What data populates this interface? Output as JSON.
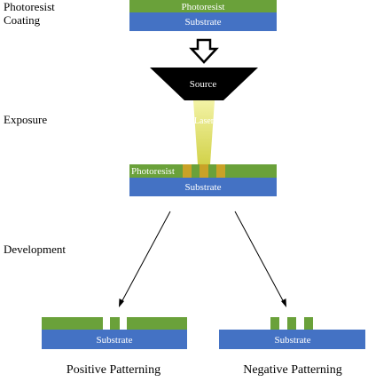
{
  "stages": {
    "coating_line1": "Photoresist",
    "coating_line2": "Coating",
    "exposure": "Exposure",
    "development": "Development"
  },
  "layers": {
    "photoresist_top": "Photoresist",
    "substrate_top": "Substrate",
    "photoresist_mid": "Photoresist",
    "substrate_mid": "Substrate",
    "substrate_positive": "Substrate",
    "substrate_negative": "Substrate"
  },
  "source_label": "Source",
  "laser_label": "Laser",
  "captions": {
    "positive": "Positive Patterning",
    "negative": "Negative Patterning"
  },
  "colors": {
    "photoresist": "#6aa13a",
    "substrate": "#4472c4",
    "exposed_resist": "#c9a227",
    "laser": "#dede62",
    "source": "#000000"
  }
}
